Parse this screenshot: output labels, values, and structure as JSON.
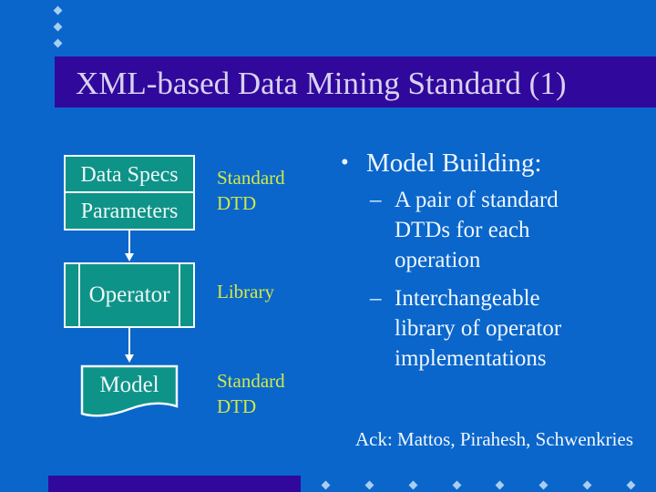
{
  "slide": {
    "title": "XML-based Data Mining Standard (1)",
    "flowchart": {
      "spec_box": {
        "line1": "Data Specs",
        "line2": "Parameters"
      },
      "operator_box": "Operator",
      "model_shape": "Model",
      "labels": {
        "top": "Standard DTD",
        "middle": "Library",
        "bottom": "Standard DTD"
      }
    },
    "content": {
      "bullet_char": "•",
      "dash_char": "–",
      "heading": "Model Building:",
      "sub_items": [
        "A pair of standard DTDs for each operation",
        "Interchangeable library of operator implementations"
      ]
    },
    "footer": {
      "ack": "Ack: Mattos, Pirahesh, Schwenkries"
    },
    "colors": {
      "background": "#0a66ca",
      "title_band": "#31089c",
      "box_fill": "#0e9389",
      "box_border": "#f6fbfb",
      "label_text": "#cfe94a",
      "diamond": "#a9cdf0",
      "title_text": "#d8d2f0",
      "body_text": "#eef6ff"
    }
  }
}
